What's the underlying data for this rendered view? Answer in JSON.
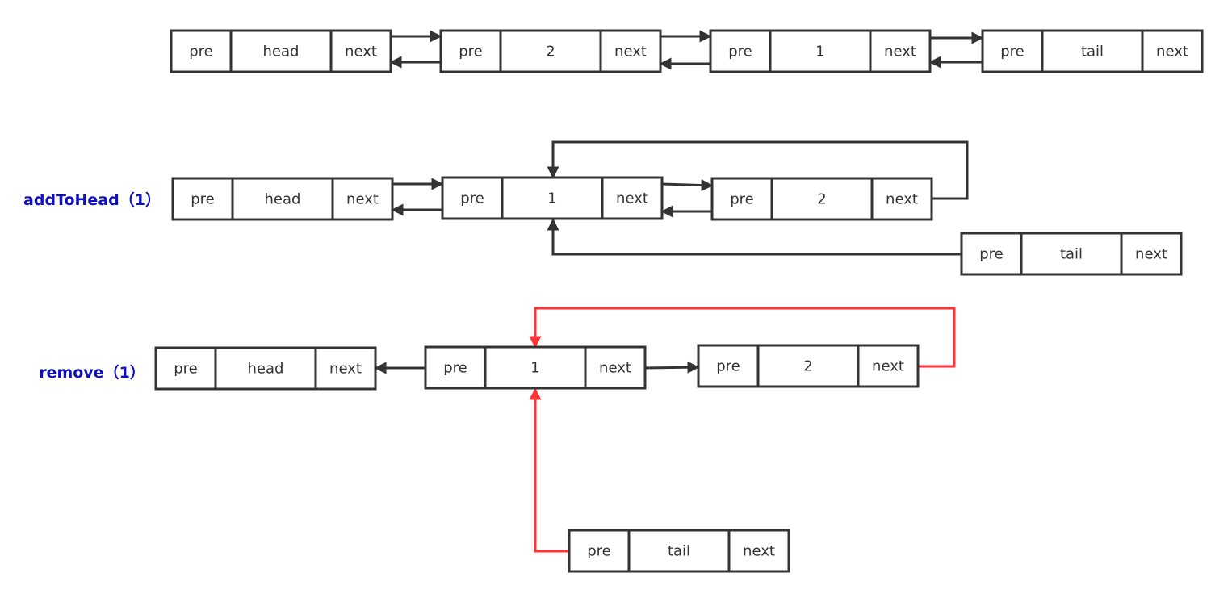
{
  "colors": {
    "stroke": "#333333",
    "label": "#1010C0",
    "highlight": "#FF3333"
  },
  "rows": [
    {
      "label": "",
      "nodes": [
        {
          "pre": "pre",
          "value": "head",
          "next": "next"
        },
        {
          "pre": "pre",
          "value": "2",
          "next": "next"
        },
        {
          "pre": "pre",
          "value": "1",
          "next": "next"
        },
        {
          "pre": "pre",
          "value": "tail",
          "next": "next"
        }
      ]
    },
    {
      "label": "addToHead（1）",
      "nodes": [
        {
          "pre": "pre",
          "value": "head",
          "next": "next"
        },
        {
          "pre": "pre",
          "value": "1",
          "next": "next"
        },
        {
          "pre": "pre",
          "value": "2",
          "next": "next"
        },
        {
          "pre": "pre",
          "value": "tail",
          "next": "next"
        }
      ]
    },
    {
      "label": "remove（1）",
      "nodes": [
        {
          "pre": "pre",
          "value": "head",
          "next": "next"
        },
        {
          "pre": "pre",
          "value": "1",
          "next": "next"
        },
        {
          "pre": "pre",
          "value": "2",
          "next": "next"
        },
        {
          "pre": "pre",
          "value": "tail",
          "next": "next"
        }
      ]
    }
  ]
}
